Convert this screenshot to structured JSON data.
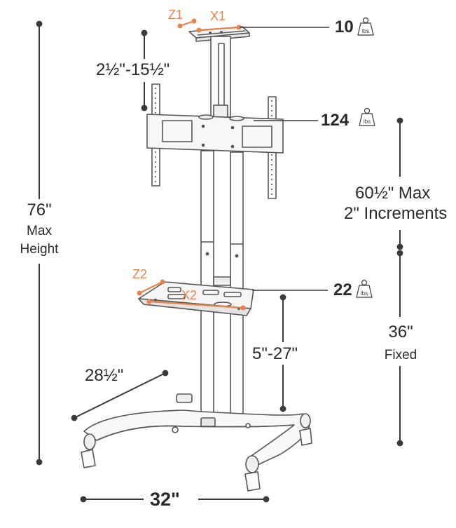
{
  "dimensions": {
    "top_shelf_load": "10",
    "weight_unit": "lbs",
    "camera_adjust": "2½\"-15½\"",
    "tv_load": "124",
    "mount_height": "60½\" Max",
    "mount_increments": "2\" Increments",
    "total_height_value": "76\"",
    "total_height_l1": "Max",
    "total_height_l2": "Height",
    "shelf_load": "22",
    "shelf_height_value": "36\"",
    "shelf_height_note": "Fixed",
    "shelf_adjust": "5\"-27\"",
    "base_depth": "28½\"",
    "base_width": "32\""
  },
  "axis_markers": {
    "top_depth": "Z1",
    "top_width": "X1",
    "shelf_depth": "Z2",
    "shelf_width": "X2"
  },
  "colors": {
    "line": "#3a3a3a",
    "text": "#2a2a2a",
    "accent": "#e8834a",
    "stand": "#555555"
  }
}
